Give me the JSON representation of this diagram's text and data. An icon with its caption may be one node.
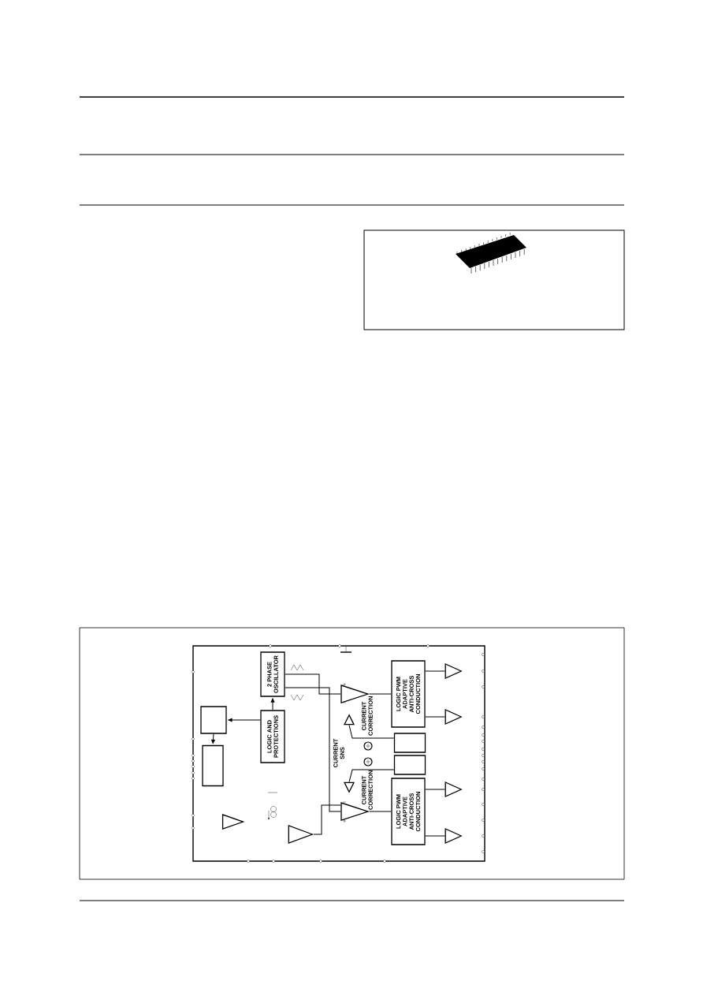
{
  "diagram": {
    "nodes": [
      {
        "text": [
          "2 PHASE OSCILLATOR"
        ]
      },
      {
        "text": [
          "LOGIC AND PROTECTIONS"
        ]
      },
      {
        "text": [
          "LOGIC PWM ADAPTIVE ANTI-CROSS CONDUCTION"
        ]
      },
      {
        "text": [
          "LOGIC PWM ADAPTIVE ANTI-CROSS CONDUCTION"
        ]
      },
      {
        "text": [],
        "shape": "triangle"
      },
      {
        "text": [],
        "shape": "triangle"
      },
      {
        "text": [],
        "shape": "triangle"
      },
      {
        "text": [],
        "shape": "triangle"
      },
      {
        "text": [],
        "shape": "box"
      },
      {
        "text": [],
        "shape": "box"
      },
      {
        "text": [],
        "shape": "box"
      },
      {
        "text": [],
        "shape": "box"
      },
      {
        "text": [],
        "shape": "triangle"
      },
      {
        "text": [],
        "shape": "triangle"
      },
      {
        "text": [],
        "shape": "triangle"
      },
      {
        "text": [],
        "shape": "triangle"
      },
      {
        "text": [],
        "shape": "triangle"
      },
      {
        "text": [],
        "shape": "triangle"
      }
    ],
    "edges": [
      {
        "from": 1,
        "to": 0,
        "arrow": "to"
      },
      {
        "from": 0,
        "to": 4,
        "arrow": "none"
      },
      {
        "from": 0,
        "to": 5,
        "arrow": "none"
      },
      {
        "from": 4,
        "to": 2,
        "arrow": "none"
      },
      {
        "from": 5,
        "to": 3,
        "arrow": "none"
      },
      {
        "from": 1,
        "to": 8,
        "arrow": "to"
      },
      {
        "from": 8,
        "to": 9,
        "arrow": "to"
      },
      {
        "from": 2,
        "to": 12,
        "arrow": "none"
      },
      {
        "from": 2,
        "to": 13,
        "arrow": "none"
      },
      {
        "from": 3,
        "to": 14,
        "arrow": "none"
      },
      {
        "from": 3,
        "to": 15,
        "arrow": "none"
      },
      {
        "from": 10,
        "to": 6,
        "arrow": "none"
      },
      {
        "from": 11,
        "to": 7,
        "arrow": "none"
      },
      {
        "from": 17,
        "to": 5,
        "arrow": "none"
      }
    ],
    "labels": [
      "CURRENT CORRECTION",
      "CURRENT SNS",
      "CURRENT CORRECTION"
    ]
  }
}
